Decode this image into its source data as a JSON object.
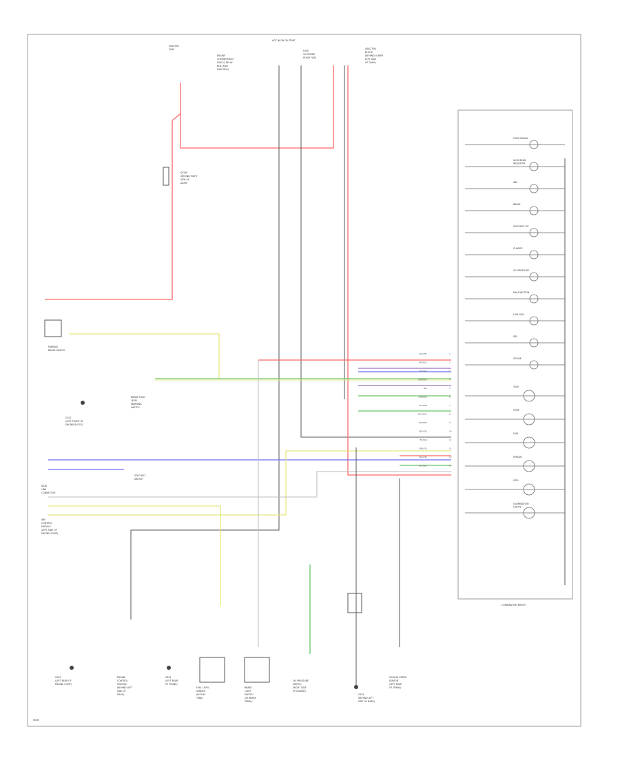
{
  "diagram": {
    "page_label": "W/D0",
    "top_label": "HOT IN ON OR START",
    "cluster_title": "COMBINATION METER",
    "colors": {
      "red": "#ff6666",
      "yellow": "#e6e680",
      "green": "#66c266",
      "blue": "#6a6aff",
      "purple": "#a070c0",
      "black": "#444444",
      "gray": "#a0a0a0",
      "frame": "#9a9a9a"
    },
    "header_blocks": [
      {
        "id": "fuse-box",
        "lines": [
          "IGNITION",
          "FUSE"
        ]
      },
      {
        "id": "fuse-note",
        "lines": [
          "ENGINE",
          "COMPARTMENT",
          "FUSE & RELAY",
          "BOX (MAX",
          "FUSE BOX)"
        ]
      },
      {
        "id": "fuse-center",
        "lines": [
          "FUSE",
          "15 ENGINE",
          "ROOM FUSE"
        ]
      },
      {
        "id": "junction",
        "lines": [
          "JUNCTION",
          "BLOCK",
          "(BEHIND LOWER",
          "LEFT SIDE",
          "OF DASH)"
        ]
      }
    ],
    "left_components": [
      {
        "id": "diode",
        "lines": [
          "DIODE",
          "(BEHIND RIGHT",
          "SIDE OF",
          "DASH)"
        ]
      },
      {
        "id": "parking-brake",
        "lines": [
          "PARKING",
          "BRAKE SWITCH"
        ]
      },
      {
        "id": "brake-fluid",
        "lines": [
          "BRAKE FLUID",
          "LEVEL",
          "WARNING",
          "SWITCH"
        ]
      },
      {
        "id": "left-ground",
        "lines": [
          "G101",
          "(LEFT FRONT OF",
          "ENGINE BLOCK)"
        ]
      },
      {
        "id": "seat-belt",
        "lines": [
          "SEAT BELT",
          "SWITCH"
        ]
      },
      {
        "id": "abs-connector",
        "lines": [
          "DATA",
          "LINK",
          "CONNECTOR"
        ]
      },
      {
        "id": "abs-unit",
        "lines": [
          "ABS",
          "CONTROL",
          "MODULE",
          "(LEFT SIDE OF",
          "ENGINE COMP)"
        ]
      }
    ],
    "bottom_components": [
      {
        "id": "g301",
        "lines": [
          "G301",
          "(LEFT REAR OF",
          "ENGINE COMP)"
        ]
      },
      {
        "id": "engine-ctrl",
        "lines": [
          "ENGINE",
          "CONTROL",
          "MODULE",
          "(BEHIND LEFT",
          "SIDE OF",
          "DASH)"
        ]
      },
      {
        "id": "g401",
        "lines": [
          "G401",
          "(LEFT REAR",
          "OF TRUNK)"
        ]
      },
      {
        "id": "fuel-gauge",
        "lines": [
          "FUEL LEVEL",
          "SENDER",
          "(IN FUEL",
          "TANK)"
        ]
      },
      {
        "id": "brake-light",
        "lines": [
          "BRAKE",
          "LIGHT",
          "SWITCH",
          "(AT BRAKE",
          "PEDAL)"
        ]
      },
      {
        "id": "oil-switch",
        "lines": [
          "OIL PRESSURE",
          "SWITCH",
          "(RIGHT SIDE",
          "OF ENGINE)"
        ]
      },
      {
        "id": "g201",
        "lines": [
          "G201",
          "(BEHIND LEFT",
          "SIDE OF DASH)"
        ]
      },
      {
        "id": "vss",
        "lines": [
          "VEHICLE SPEED",
          "SENSOR",
          "(LEFT REAR",
          "OF TRANS)"
        ]
      }
    ],
    "cluster_indicators": [
      {
        "lines": [
          "TURN SIGNAL"
        ]
      },
      {
        "lines": [
          "HIGH BEAM",
          "INDICATOR"
        ]
      },
      {
        "lines": [
          "ABS"
        ]
      },
      {
        "lines": [
          "BRAKE"
        ]
      },
      {
        "lines": [
          "SEAT BELT TIE"
        ]
      },
      {
        "lines": [
          "CHARGE"
        ]
      },
      {
        "lines": [
          "OIL PRESSURE"
        ]
      },
      {
        "lines": [
          "MALFUNCTION"
        ]
      },
      {
        "lines": [
          "LOW FUEL"
        ]
      },
      {
        "lines": [
          "SRS"
        ]
      },
      {
        "lines": [
          "CRUISE"
        ]
      }
    ],
    "cluster_gauges": [
      {
        "lines": [
          "TACH"
        ]
      },
      {
        "lines": [
          "TEMP"
        ]
      },
      {
        "lines": [
          "FUEL"
        ]
      },
      {
        "lines": [
          "SPEEDO"
        ]
      },
      {
        "lines": [
          "ODO"
        ]
      },
      {
        "lines": [
          "ILLUMINATION",
          "LIGHTS"
        ]
      }
    ],
    "connector_rows": [
      {
        "wire": "BLK/YEL",
        "pin": "1"
      },
      {
        "wire": "RED/BLK",
        "pin": "2"
      },
      {
        "wire": "YEL/BLU",
        "pin": "3"
      },
      {
        "wire": "GRN/RED",
        "pin": "4"
      },
      {
        "wire": "BLK",
        "pin": "5"
      },
      {
        "wire": "GRN/BLK",
        "pin": "6"
      },
      {
        "wire": "YEL/GRN",
        "pin": "7"
      },
      {
        "wire": "BLU/WHT",
        "pin": "8"
      },
      {
        "wire": "BLK/RED",
        "pin": "9"
      },
      {
        "wire": "RED/YEL",
        "pin": "10"
      },
      {
        "wire": "YEL/BLK",
        "pin": "11"
      },
      {
        "wire": "GRN/YEL",
        "pin": "12"
      },
      {
        "wire": "BLU/YEL",
        "pin": "13"
      },
      {
        "wire": "BLK/BLU",
        "pin": "14"
      }
    ]
  }
}
